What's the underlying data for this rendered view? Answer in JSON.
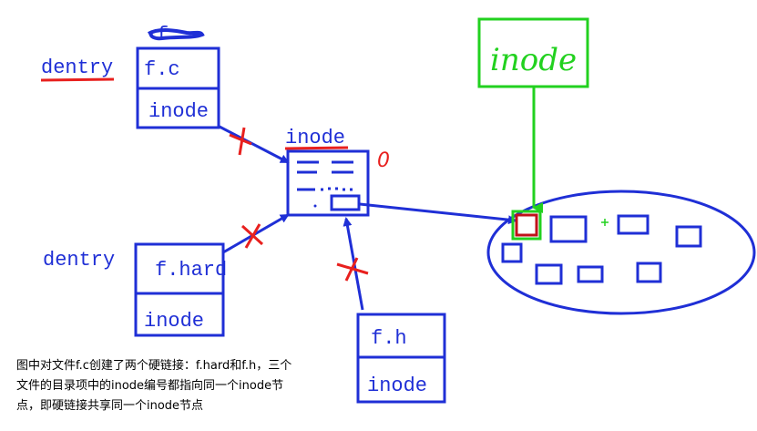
{
  "labels": {
    "dentry_top": "dentry",
    "dentry_bottom": "dentry",
    "inode_center": "inode",
    "zero_mark": "0",
    "inode_box": "inode",
    "scribble_top": "f"
  },
  "file_fc": {
    "name": "f.c",
    "field": "inode"
  },
  "file_fhard": {
    "name": "f.hard",
    "field": "inode"
  },
  "file_fh": {
    "name": "f.h",
    "field": "inode"
  },
  "caption_lines": [
    "图中对文件f.c创建了两个硬链接：f.hard和f.h，三个",
    "文件的目录项中的inode编号都指向同一个inode节",
    "点，即硬链接共享同一个inode节点"
  ],
  "colors": {
    "blue": "#1f2fd6",
    "red": "#e8201e",
    "green": "#22d11f",
    "dark_red": "#c0121a"
  }
}
